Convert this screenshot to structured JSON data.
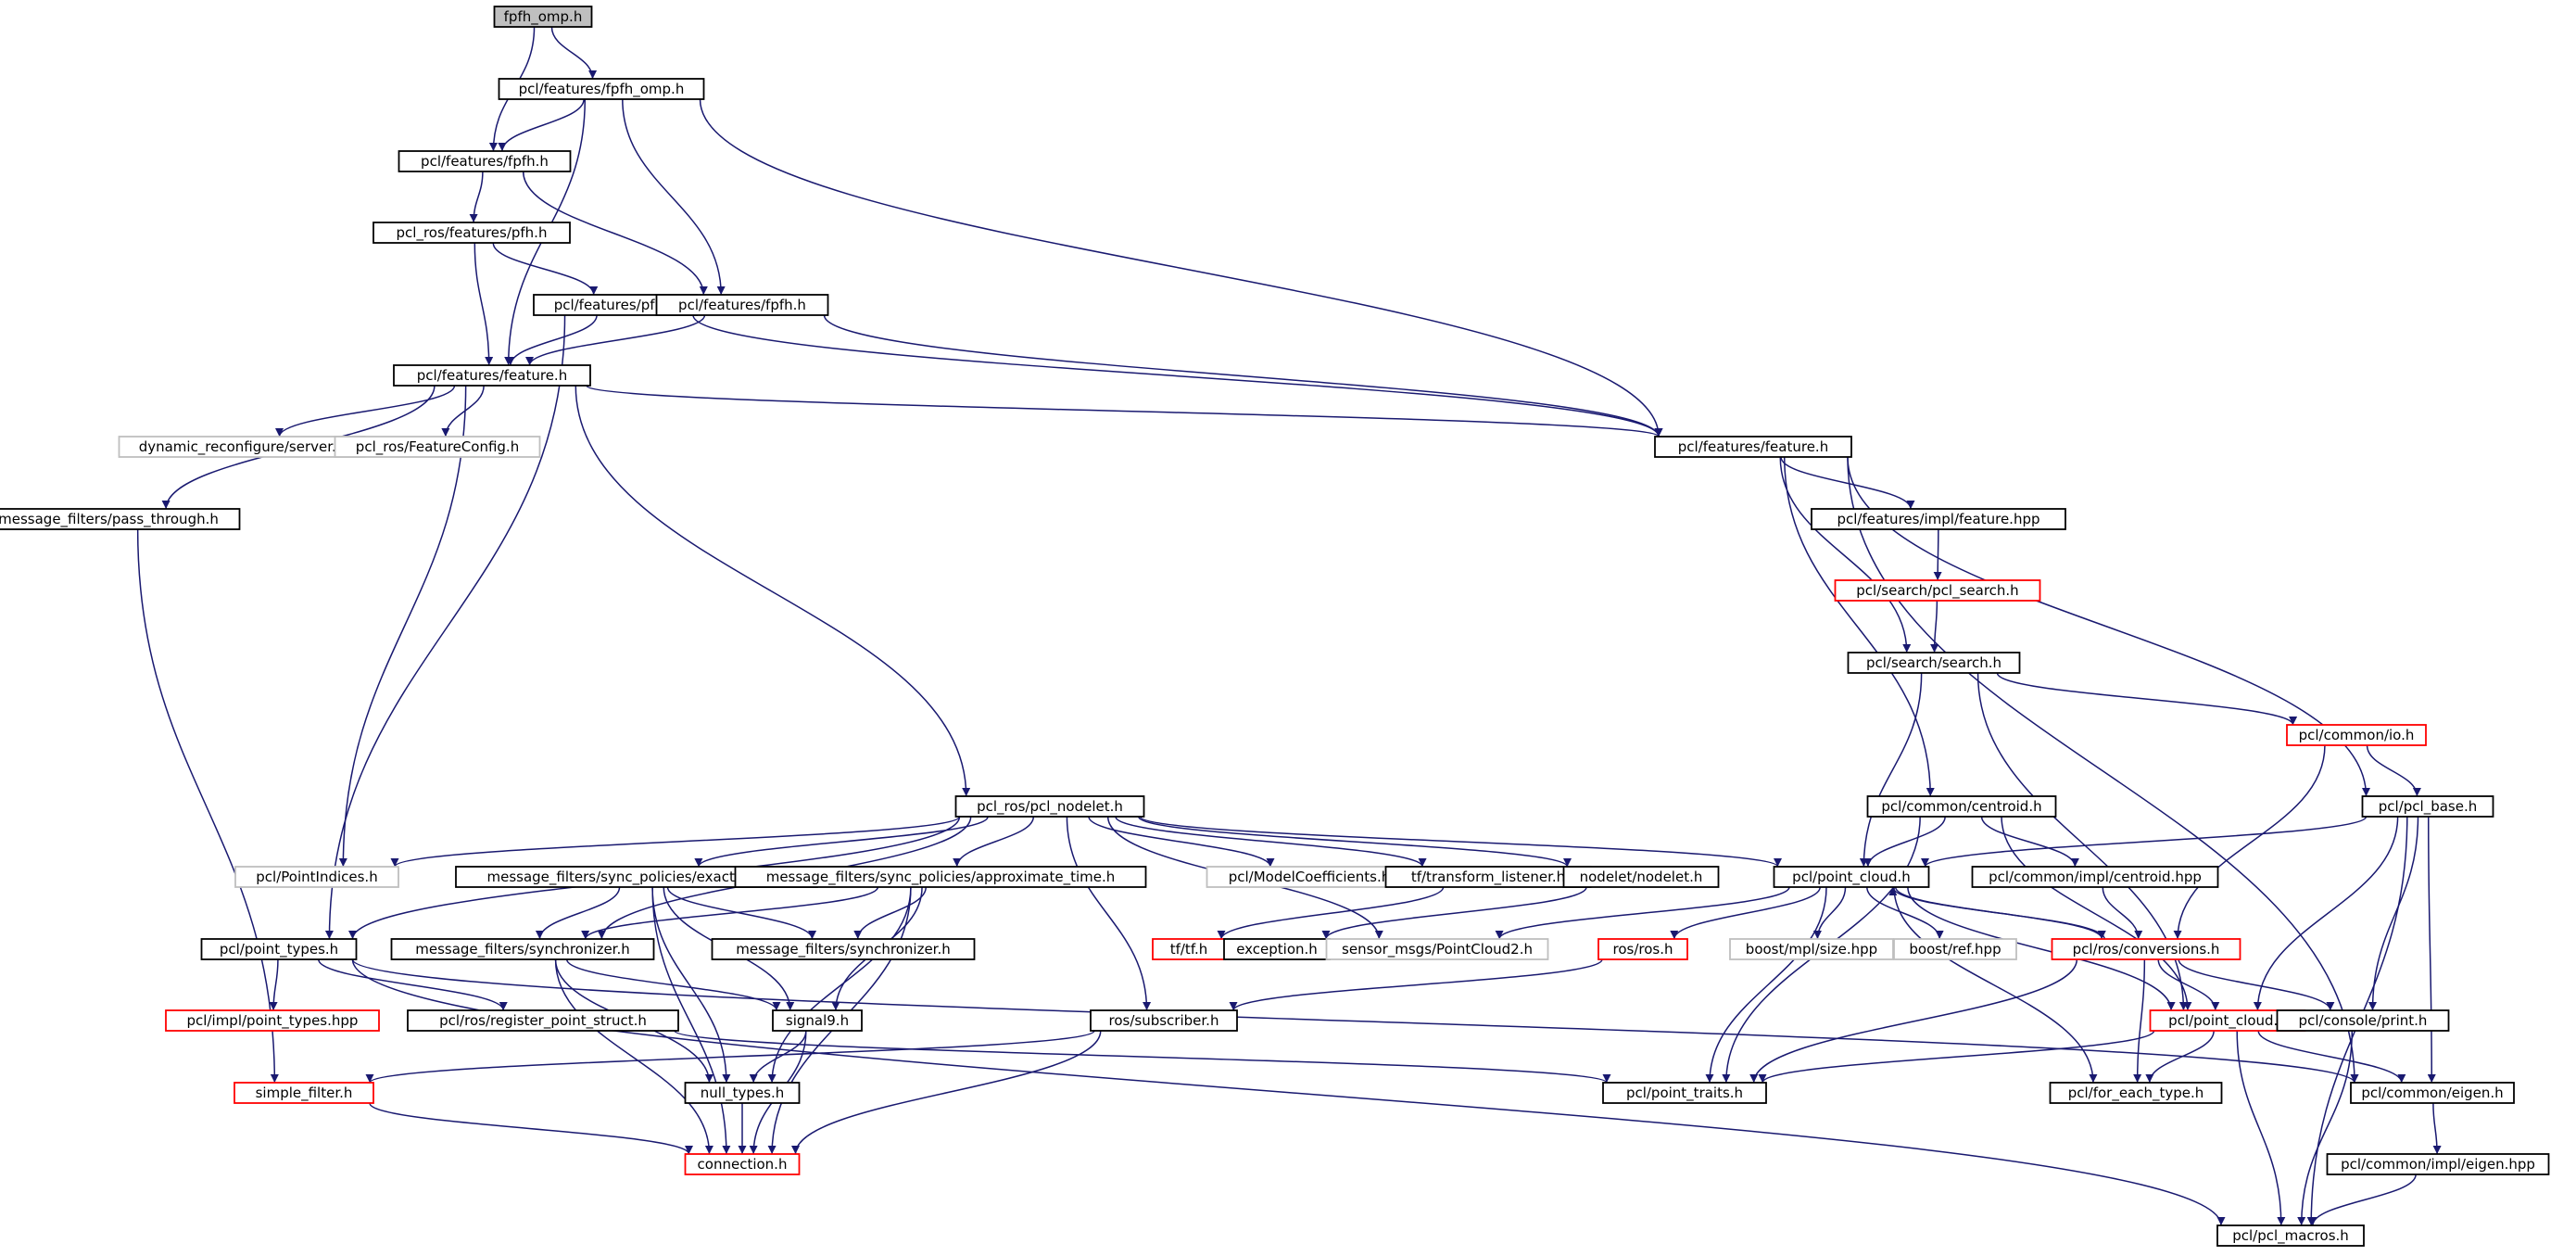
{
  "colors": {
    "edge": "#191970",
    "node_border": "#000000",
    "root_fill": "#bfbfbf",
    "missing_border": "#bfbfbf",
    "truncated_border": "#ff0000"
  },
  "nodes": [
    {
      "id": "fpfh_omp_h",
      "label": "fpfh_omp.h",
      "style": "root"
    },
    {
      "id": "pcl_features_fpfh_omp_h",
      "label": "pcl/features/fpfh_omp.h",
      "style": "normal"
    },
    {
      "id": "pcl_features_fpfh_h_a",
      "label": "pcl/features/fpfh.h",
      "style": "normal"
    },
    {
      "id": "pcl_ros_features_pfh_h",
      "label": "pcl_ros/features/pfh.h",
      "style": "normal"
    },
    {
      "id": "pcl_features_pfh_h",
      "label": "pcl/features/pfh.h",
      "style": "normal"
    },
    {
      "id": "pcl_features_fpfh_h_b",
      "label": "pcl/features/fpfh.h",
      "style": "normal"
    },
    {
      "id": "pcl_features_feature_h_a",
      "label": "pcl/features/feature.h",
      "style": "normal"
    },
    {
      "id": "dynamic_reconfigure_server_h",
      "label": "dynamic_reconfigure/server.h",
      "style": "missing"
    },
    {
      "id": "pcl_ros_featureconfig_h",
      "label": "pcl_ros/FeatureConfig.h",
      "style": "missing"
    },
    {
      "id": "pcl_features_feature_h_b",
      "label": "pcl/features/feature.h",
      "style": "normal"
    },
    {
      "id": "message_filters_pass_through_h",
      "label": "message_filters/pass_through.h",
      "style": "normal"
    },
    {
      "id": "pcl_features_impl_feature_hpp",
      "label": "pcl/features/impl/feature.hpp",
      "style": "normal"
    },
    {
      "id": "pcl_search_pcl_search_h",
      "label": "pcl/search/pcl_search.h",
      "style": "truncated"
    },
    {
      "id": "pcl_search_search_h",
      "label": "pcl/search/search.h",
      "style": "normal"
    },
    {
      "id": "pcl_common_io_h",
      "label": "pcl/common/io.h",
      "style": "truncated"
    },
    {
      "id": "pcl_ros_pcl_nodelet_h",
      "label": "pcl_ros/pcl_nodelet.h",
      "style": "normal"
    },
    {
      "id": "pcl_common_centroid_h",
      "label": "pcl/common/centroid.h",
      "style": "normal"
    },
    {
      "id": "pcl_pcl_base_h",
      "label": "pcl/pcl_base.h",
      "style": "normal"
    },
    {
      "id": "pcl_pointindices_h",
      "label": "pcl/PointIndices.h",
      "style": "missing"
    },
    {
      "id": "message_filters_sync_policies_exact_time_h",
      "label": "message_filters/sync_policies/exact_time.h",
      "style": "normal"
    },
    {
      "id": "message_filters_sync_policies_approximate_time_h",
      "label": "message_filters/sync_policies/approximate_time.h",
      "style": "normal"
    },
    {
      "id": "pcl_modelcoefficients_h",
      "label": "pcl/ModelCoefficients.h",
      "style": "missing"
    },
    {
      "id": "tf_transform_listener_h",
      "label": "tf/transform_listener.h",
      "style": "normal"
    },
    {
      "id": "nodelet_nodelet_h",
      "label": "nodelet/nodelet.h",
      "style": "normal"
    },
    {
      "id": "pcl_point_cloud_h_a",
      "label": "pcl/point_cloud.h",
      "style": "normal"
    },
    {
      "id": "pcl_common_impl_centroid_hpp",
      "label": "pcl/common/impl/centroid.hpp",
      "style": "normal"
    },
    {
      "id": "pcl_point_types_h",
      "label": "pcl/point_types.h",
      "style": "normal"
    },
    {
      "id": "message_filters_synchronizer_h_a",
      "label": "message_filters/synchronizer.h",
      "style": "normal"
    },
    {
      "id": "message_filters_synchronizer_h_b",
      "label": "message_filters/synchronizer.h",
      "style": "normal"
    },
    {
      "id": "tf_tf_h",
      "label": "tf/tf.h",
      "style": "truncated"
    },
    {
      "id": "exception_h",
      "label": "exception.h",
      "style": "normal"
    },
    {
      "id": "sensor_msgs_pointcloud2_h",
      "label": "sensor_msgs/PointCloud2.h",
      "style": "missing"
    },
    {
      "id": "ros_ros_h",
      "label": "ros/ros.h",
      "style": "truncated"
    },
    {
      "id": "boost_mpl_size_hpp",
      "label": "boost/mpl/size.hpp",
      "style": "missing"
    },
    {
      "id": "boost_ref_hpp",
      "label": "boost/ref.hpp",
      "style": "missing"
    },
    {
      "id": "pcl_ros_conversions_h",
      "label": "pcl/ros/conversions.h",
      "style": "truncated"
    },
    {
      "id": "pcl_impl_point_types_hpp",
      "label": "pcl/impl/point_types.hpp",
      "style": "truncated"
    },
    {
      "id": "pcl_ros_register_point_struct_h",
      "label": "pcl/ros/register_point_struct.h",
      "style": "normal"
    },
    {
      "id": "signal9_h",
      "label": "signal9.h",
      "style": "normal"
    },
    {
      "id": "ros_subscriber_h",
      "label": "ros/subscriber.h",
      "style": "normal"
    },
    {
      "id": "pcl_point_cloud_h_b",
      "label": "pcl/point_cloud.h",
      "style": "truncated"
    },
    {
      "id": "pcl_console_print_h",
      "label": "pcl/console/print.h",
      "style": "normal"
    },
    {
      "id": "simple_filter_h",
      "label": "simple_filter.h",
      "style": "truncated"
    },
    {
      "id": "null_types_h",
      "label": "null_types.h",
      "style": "normal"
    },
    {
      "id": "pcl_point_traits_h",
      "label": "pcl/point_traits.h",
      "style": "normal"
    },
    {
      "id": "pcl_for_each_type_h",
      "label": "pcl/for_each_type.h",
      "style": "normal"
    },
    {
      "id": "pcl_common_eigen_h",
      "label": "pcl/common/eigen.h",
      "style": "normal"
    },
    {
      "id": "connection_h",
      "label": "connection.h",
      "style": "truncated"
    },
    {
      "id": "pcl_common_impl_eigen_hpp",
      "label": "pcl/common/impl/eigen.hpp",
      "style": "normal"
    },
    {
      "id": "pcl_pcl_macros_h",
      "label": "pcl/pcl_macros.h",
      "style": "normal"
    }
  ],
  "edges": [
    [
      "fpfh_omp_h",
      "pcl_features_fpfh_h_a"
    ],
    [
      "fpfh_omp_h",
      "pcl_features_fpfh_omp_h"
    ],
    [
      "pcl_features_fpfh_omp_h",
      "pcl_features_fpfh_h_a"
    ],
    [
      "pcl_features_fpfh_omp_h",
      "pcl_features_fpfh_h_b"
    ],
    [
      "pcl_features_fpfh_omp_h",
      "pcl_features_feature_h_a"
    ],
    [
      "pcl_features_fpfh_omp_h",
      "pcl_features_feature_h_b"
    ],
    [
      "pcl_features_fpfh_h_a",
      "pcl_ros_features_pfh_h"
    ],
    [
      "pcl_features_fpfh_h_a",
      "pcl_features_fpfh_h_b"
    ],
    [
      "pcl_ros_features_pfh_h",
      "pcl_features_feature_h_a"
    ],
    [
      "pcl_ros_features_pfh_h",
      "pcl_features_pfh_h"
    ],
    [
      "pcl_features_pfh_h",
      "pcl_features_feature_h_a"
    ],
    [
      "pcl_features_pfh_h",
      "pcl_features_feature_h_b"
    ],
    [
      "pcl_features_pfh_h",
      "pcl_point_types_h"
    ],
    [
      "pcl_features_fpfh_h_b",
      "pcl_features_feature_h_a"
    ],
    [
      "pcl_features_fpfh_h_b",
      "pcl_features_feature_h_b"
    ],
    [
      "pcl_features_feature_h_a",
      "dynamic_reconfigure_server_h"
    ],
    [
      "pcl_features_feature_h_a",
      "pcl_ros_featureconfig_h"
    ],
    [
      "pcl_features_feature_h_a",
      "message_filters_pass_through_h"
    ],
    [
      "pcl_features_feature_h_a",
      "pcl_features_feature_h_b"
    ],
    [
      "pcl_features_feature_h_a",
      "pcl_ros_pcl_nodelet_h"
    ],
    [
      "pcl_features_feature_h_a",
      "pcl_pointindices_h"
    ],
    [
      "message_filters_pass_through_h",
      "simple_filter_h"
    ],
    [
      "pcl_features_feature_h_b",
      "pcl_features_impl_feature_hpp"
    ],
    [
      "pcl_features_feature_h_b",
      "pcl_search_search_h"
    ],
    [
      "pcl_features_feature_h_b",
      "pcl_common_centroid_h"
    ],
    [
      "pcl_features_feature_h_b",
      "pcl_pcl_base_h"
    ],
    [
      "pcl_features_feature_h_b",
      "pcl_common_eigen_h"
    ],
    [
      "pcl_features_impl_feature_hpp",
      "pcl_search_pcl_search_h"
    ],
    [
      "pcl_search_pcl_search_h",
      "pcl_search_search_h"
    ],
    [
      "pcl_search_search_h",
      "pcl_common_io_h"
    ],
    [
      "pcl_search_search_h",
      "pcl_point_cloud_h_a"
    ],
    [
      "pcl_search_search_h",
      "pcl_point_cloud_h_b"
    ],
    [
      "pcl_common_io_h",
      "pcl_pcl_base_h"
    ],
    [
      "pcl_common_io_h",
      "pcl_ros_conversions_h"
    ],
    [
      "pcl_common_centroid_h",
      "pcl_point_cloud_h_a"
    ],
    [
      "pcl_common_centroid_h",
      "pcl_common_impl_centroid_hpp"
    ],
    [
      "pcl_common_centroid_h",
      "pcl_point_traits_h"
    ],
    [
      "pcl_common_centroid_h",
      "pcl_point_cloud_h_b"
    ],
    [
      "pcl_pcl_base_h",
      "pcl_point_cloud_h_a"
    ],
    [
      "pcl_pcl_base_h",
      "pcl_point_cloud_h_b"
    ],
    [
      "pcl_pcl_base_h",
      "pcl_console_print_h"
    ],
    [
      "pcl_pcl_base_h",
      "pcl_common_eigen_h"
    ],
    [
      "pcl_pcl_base_h",
      "pcl_pcl_macros_h"
    ],
    [
      "pcl_ros_pcl_nodelet_h",
      "pcl_pointindices_h"
    ],
    [
      "pcl_ros_pcl_nodelet_h",
      "message_filters_sync_policies_exact_time_h"
    ],
    [
      "pcl_ros_pcl_nodelet_h",
      "message_filters_sync_policies_approximate_time_h"
    ],
    [
      "pcl_ros_pcl_nodelet_h",
      "pcl_modelcoefficients_h"
    ],
    [
      "pcl_ros_pcl_nodelet_h",
      "tf_transform_listener_h"
    ],
    [
      "pcl_ros_pcl_nodelet_h",
      "nodelet_nodelet_h"
    ],
    [
      "pcl_ros_pcl_nodelet_h",
      "pcl_point_cloud_h_a"
    ],
    [
      "pcl_ros_pcl_nodelet_h",
      "pcl_point_types_h"
    ],
    [
      "pcl_ros_pcl_nodelet_h",
      "message_filters_synchronizer_h_a"
    ],
    [
      "pcl_ros_pcl_nodelet_h",
      "sensor_msgs_pointcloud2_h"
    ],
    [
      "pcl_ros_pcl_nodelet_h",
      "ros_subscriber_h"
    ],
    [
      "message_filters_sync_policies_exact_time_h",
      "message_filters_synchronizer_h_a"
    ],
    [
      "message_filters_sync_policies_exact_time_h",
      "message_filters_synchronizer_h_b"
    ],
    [
      "message_filters_sync_policies_exact_time_h",
      "signal9_h"
    ],
    [
      "message_filters_sync_policies_exact_time_h",
      "null_types_h"
    ],
    [
      "message_filters_sync_policies_exact_time_h",
      "connection_h"
    ],
    [
      "message_filters_sync_policies_approximate_time_h",
      "message_filters_synchronizer_h_a"
    ],
    [
      "message_filters_sync_policies_approximate_time_h",
      "message_filters_synchronizer_h_b"
    ],
    [
      "message_filters_sync_policies_approximate_time_h",
      "signal9_h"
    ],
    [
      "message_filters_sync_policies_approximate_time_h",
      "null_types_h"
    ],
    [
      "message_filters_sync_policies_approximate_time_h",
      "connection_h"
    ],
    [
      "tf_transform_listener_h",
      "tf_tf_h"
    ],
    [
      "nodelet_nodelet_h",
      "exception_h"
    ],
    [
      "pcl_point_cloud_h_a",
      "sensor_msgs_pointcloud2_h"
    ],
    [
      "pcl_point_cloud_h_a",
      "ros_ros_h"
    ],
    [
      "pcl_point_cloud_h_a",
      "boost_mpl_size_hpp"
    ],
    [
      "pcl_point_cloud_h_a",
      "boost_ref_hpp"
    ],
    [
      "pcl_point_cloud_h_a",
      "pcl_ros_conversions_h"
    ],
    [
      "pcl_point_cloud_h_a",
      "pcl_point_cloud_h_b"
    ],
    [
      "pcl_point_cloud_h_a",
      "pcl_point_traits_h"
    ],
    [
      "pcl_point_cloud_h_a",
      "pcl_for_each_type_h"
    ],
    [
      "pcl_common_impl_centroid_hpp",
      "pcl_ros_conversions_h"
    ],
    [
      "pcl_point_types_h",
      "pcl_impl_point_types_hpp"
    ],
    [
      "pcl_point_types_h",
      "pcl_ros_register_point_struct_h"
    ],
    [
      "pcl_point_types_h",
      "pcl_common_eigen_h"
    ],
    [
      "pcl_point_types_h",
      "pcl_pcl_macros_h"
    ],
    [
      "message_filters_synchronizer_h_a",
      "signal9_h"
    ],
    [
      "message_filters_synchronizer_h_a",
      "null_types_h"
    ],
    [
      "message_filters_synchronizer_h_a",
      "connection_h"
    ],
    [
      "ros_ros_h",
      "ros_subscriber_h"
    ],
    [
      "pcl_ros_conversions_h",
      "pcl_point_cloud_h_a"
    ],
    [
      "pcl_ros_conversions_h",
      "pcl_point_cloud_h_b"
    ],
    [
      "pcl_ros_conversions_h",
      "pcl_console_print_h"
    ],
    [
      "pcl_ros_conversions_h",
      "pcl_point_traits_h"
    ],
    [
      "pcl_ros_conversions_h",
      "pcl_for_each_type_h"
    ],
    [
      "pcl_ros_register_point_struct_h",
      "pcl_point_traits_h"
    ],
    [
      "signal9_h",
      "null_types_h"
    ],
    [
      "signal9_h",
      "connection_h"
    ],
    [
      "ros_subscriber_h",
      "simple_filter_h"
    ],
    [
      "ros_subscriber_h",
      "connection_h"
    ],
    [
      "pcl_point_cloud_h_b",
      "pcl_point_traits_h"
    ],
    [
      "pcl_point_cloud_h_b",
      "pcl_for_each_type_h"
    ],
    [
      "pcl_point_cloud_h_b",
      "pcl_common_eigen_h"
    ],
    [
      "pcl_point_cloud_h_b",
      "pcl_pcl_macros_h"
    ],
    [
      "pcl_console_print_h",
      "pcl_pcl_macros_h"
    ],
    [
      "simple_filter_h",
      "connection_h"
    ],
    [
      "null_types_h",
      "connection_h"
    ],
    [
      "pcl_common_eigen_h",
      "pcl_common_impl_eigen_hpp"
    ],
    [
      "pcl_common_impl_eigen_hpp",
      "pcl_pcl_macros_h"
    ]
  ]
}
